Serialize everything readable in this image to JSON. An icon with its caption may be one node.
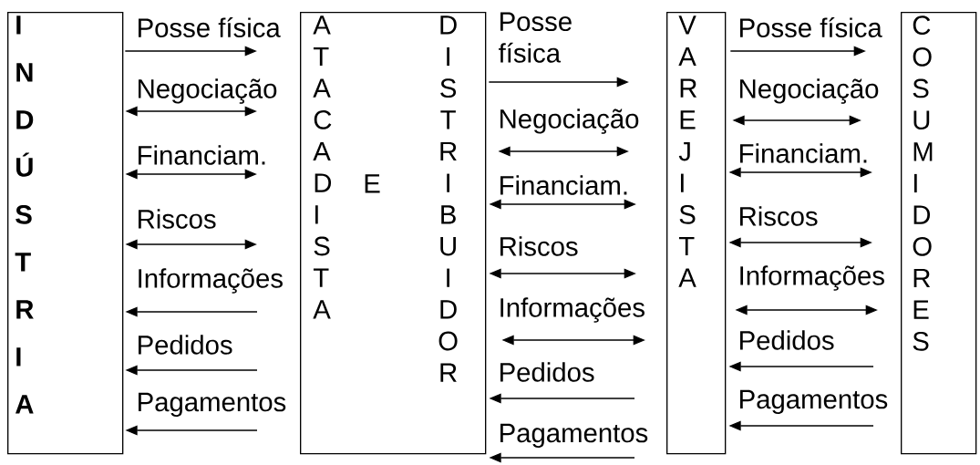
{
  "diagram": {
    "nodes": [
      {
        "text": [
          "I N D Ú S T R I A"
        ]
      },
      {
        "text": [
          "A T A C A D I S T A",
          "E",
          "D I S T R I B U I D O R"
        ]
      },
      {
        "text": [
          "V A R E J I S T A"
        ]
      },
      {
        "text": [
          "C O S U M I D O R E S"
        ]
      }
    ],
    "edges": [
      {
        "from": 0,
        "to": 1,
        "arrow": "to",
        "label": "Posse física"
      },
      {
        "from": 0,
        "to": 1,
        "arrow": "both",
        "label": "Negociação"
      },
      {
        "from": 0,
        "to": 1,
        "arrow": "both",
        "label": "Financiam."
      },
      {
        "from": 0,
        "to": 1,
        "arrow": "both",
        "label": "Riscos"
      },
      {
        "from": 1,
        "to": 0,
        "arrow": "to",
        "label": "Informações"
      },
      {
        "from": 1,
        "to": 0,
        "arrow": "to",
        "label": "Pedidos"
      },
      {
        "from": 1,
        "to": 0,
        "arrow": "to",
        "label": "Pagamentos"
      },
      {
        "from": 1,
        "to": 2,
        "arrow": "to",
        "label": "Posse física"
      },
      {
        "from": 1,
        "to": 2,
        "arrow": "both",
        "label": "Negociação"
      },
      {
        "from": 1,
        "to": 2,
        "arrow": "both",
        "label": "Financiam."
      },
      {
        "from": 1,
        "to": 2,
        "arrow": "both",
        "label": "Riscos"
      },
      {
        "from": 1,
        "to": 2,
        "arrow": "both",
        "label": "Informações"
      },
      {
        "from": 2,
        "to": 1,
        "arrow": "to",
        "label": "Pedidos"
      },
      {
        "from": 2,
        "to": 1,
        "arrow": "to",
        "label": "Pagamentos"
      },
      {
        "from": 2,
        "to": 3,
        "arrow": "to",
        "label": "Posse física"
      },
      {
        "from": 2,
        "to": 3,
        "arrow": "both",
        "label": "Negociação"
      },
      {
        "from": 2,
        "to": 3,
        "arrow": "both",
        "label": "Financiam."
      },
      {
        "from": 2,
        "to": 3,
        "arrow": "both",
        "label": "Riscos"
      },
      {
        "from": 2,
        "to": 3,
        "arrow": "both",
        "label": "Informações"
      },
      {
        "from": 3,
        "to": 2,
        "arrow": "to",
        "label": "Pedidos"
      },
      {
        "from": 3,
        "to": 2,
        "arrow": "to",
        "label": "Pagamentos"
      }
    ]
  }
}
